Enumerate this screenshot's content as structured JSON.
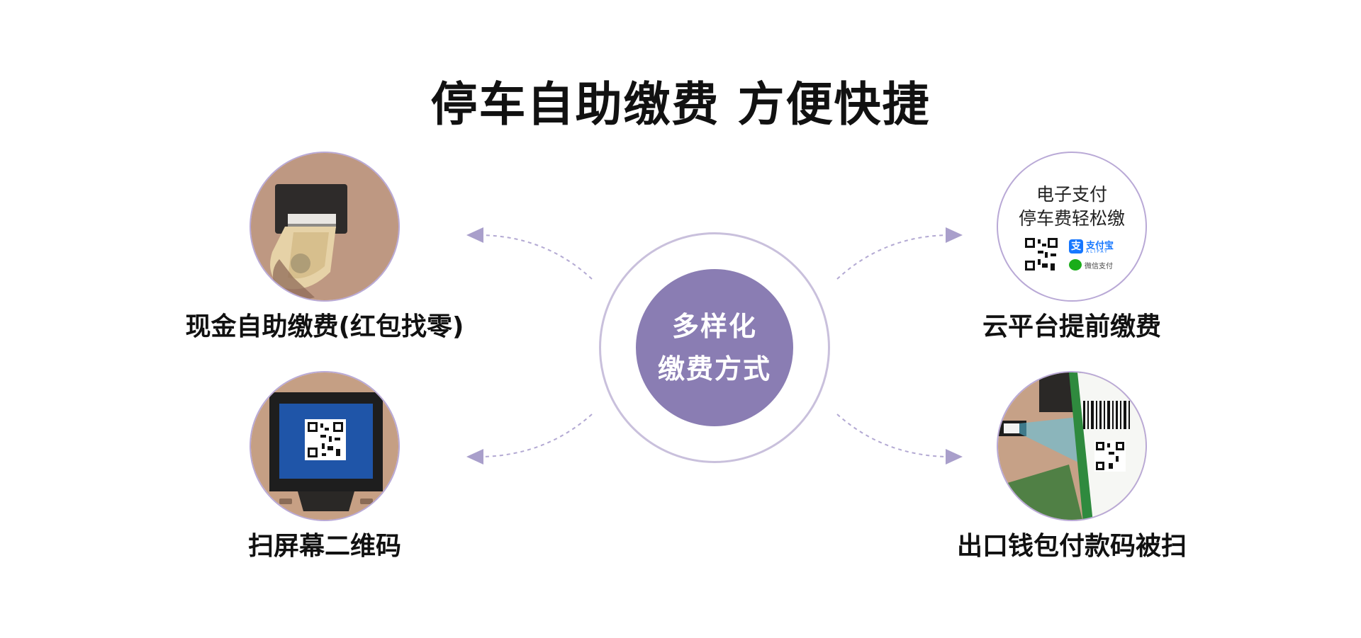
{
  "title": "停车自助缴费 方便快捷",
  "hub": {
    "line1": "多样化",
    "line2": "缴费方式"
  },
  "methods": {
    "cash": {
      "label": "现金自助缴费(红包找零)"
    },
    "screen_qr": {
      "label": "扫屏幕二维码"
    },
    "cloud": {
      "label": "云平台提前缴费",
      "badge_line1": "电子支付",
      "badge_line2": "停车费轻松缴",
      "alipay_name": "支付宝",
      "alipay_sub": "ALIPAY",
      "wechat_name": "微信支付"
    },
    "exit_wallet": {
      "label": "出口钱包付款码被扫"
    }
  },
  "colors": {
    "hub_fill": "#8a7db3",
    "ring": "#c9c0dc",
    "node_border": "#b9a9d6",
    "arrow": "#a99fcb",
    "connector": "#b3a9d3"
  }
}
